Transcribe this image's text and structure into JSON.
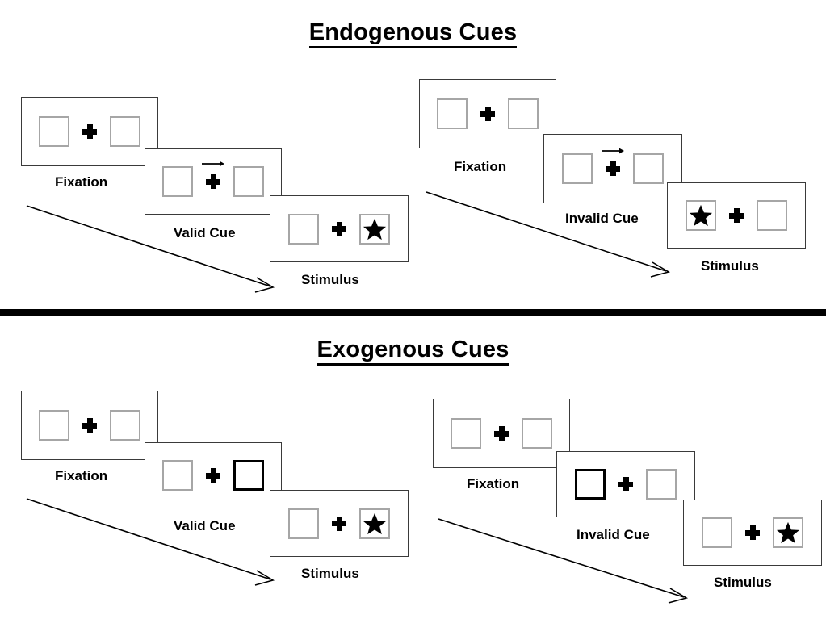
{
  "sections": [
    {
      "id": "endogenous",
      "title": "Endogenous Cues",
      "conditions": [
        {
          "id": "valid",
          "panels": [
            {
              "caption": "Fixation",
              "left_box": "empty",
              "right_box": "empty",
              "cue": "none",
              "fixation": "cross"
            },
            {
              "caption": "Valid Cue",
              "left_box": "empty",
              "right_box": "empty",
              "cue": "arrow-right",
              "fixation": "cross"
            },
            {
              "caption": "Stimulus",
              "left_box": "empty",
              "right_box": "star",
              "cue": "none",
              "fixation": "cross"
            }
          ]
        },
        {
          "id": "invalid",
          "panels": [
            {
              "caption": "Fixation",
              "left_box": "empty",
              "right_box": "empty",
              "cue": "none",
              "fixation": "cross"
            },
            {
              "caption": "Invalid Cue",
              "left_box": "empty",
              "right_box": "empty",
              "cue": "arrow-right",
              "fixation": "cross"
            },
            {
              "caption": "Stimulus",
              "left_box": "star",
              "right_box": "empty",
              "cue": "none",
              "fixation": "cross"
            }
          ]
        }
      ]
    },
    {
      "id": "exogenous",
      "title": "Exogenous Cues",
      "conditions": [
        {
          "id": "valid",
          "panels": [
            {
              "caption": "Fixation",
              "left_box": "empty",
              "right_box": "empty",
              "cue": "none",
              "fixation": "cross"
            },
            {
              "caption": "Valid Cue",
              "left_box": "empty",
              "right_box": "highlight",
              "cue": "none",
              "fixation": "cross"
            },
            {
              "caption": "Stimulus",
              "left_box": "empty",
              "right_box": "star",
              "cue": "none",
              "fixation": "cross"
            }
          ]
        },
        {
          "id": "invalid",
          "panels": [
            {
              "caption": "Fixation",
              "left_box": "empty",
              "right_box": "empty",
              "cue": "none",
              "fixation": "cross"
            },
            {
              "caption": "Invalid Cue",
              "left_box": "highlight",
              "right_box": "empty",
              "cue": "none",
              "fixation": "cross"
            },
            {
              "caption": "Stimulus",
              "left_box": "empty",
              "right_box": "star",
              "cue": "none",
              "fixation": "cross"
            }
          ]
        }
      ]
    }
  ],
  "icons": {
    "star": "star-icon",
    "fixation_cross": "fixation-cross-icon",
    "cue_arrow": "arrow-right-icon",
    "time_arrow": "time-progression-arrow-icon"
  },
  "colors": {
    "panel_border": "#3a3a3a",
    "box_border": "#a6a6a6",
    "box_border_highlight": "#000000",
    "stimulus_fill": "#000000",
    "divider": "#000000",
    "background": "#ffffff"
  }
}
